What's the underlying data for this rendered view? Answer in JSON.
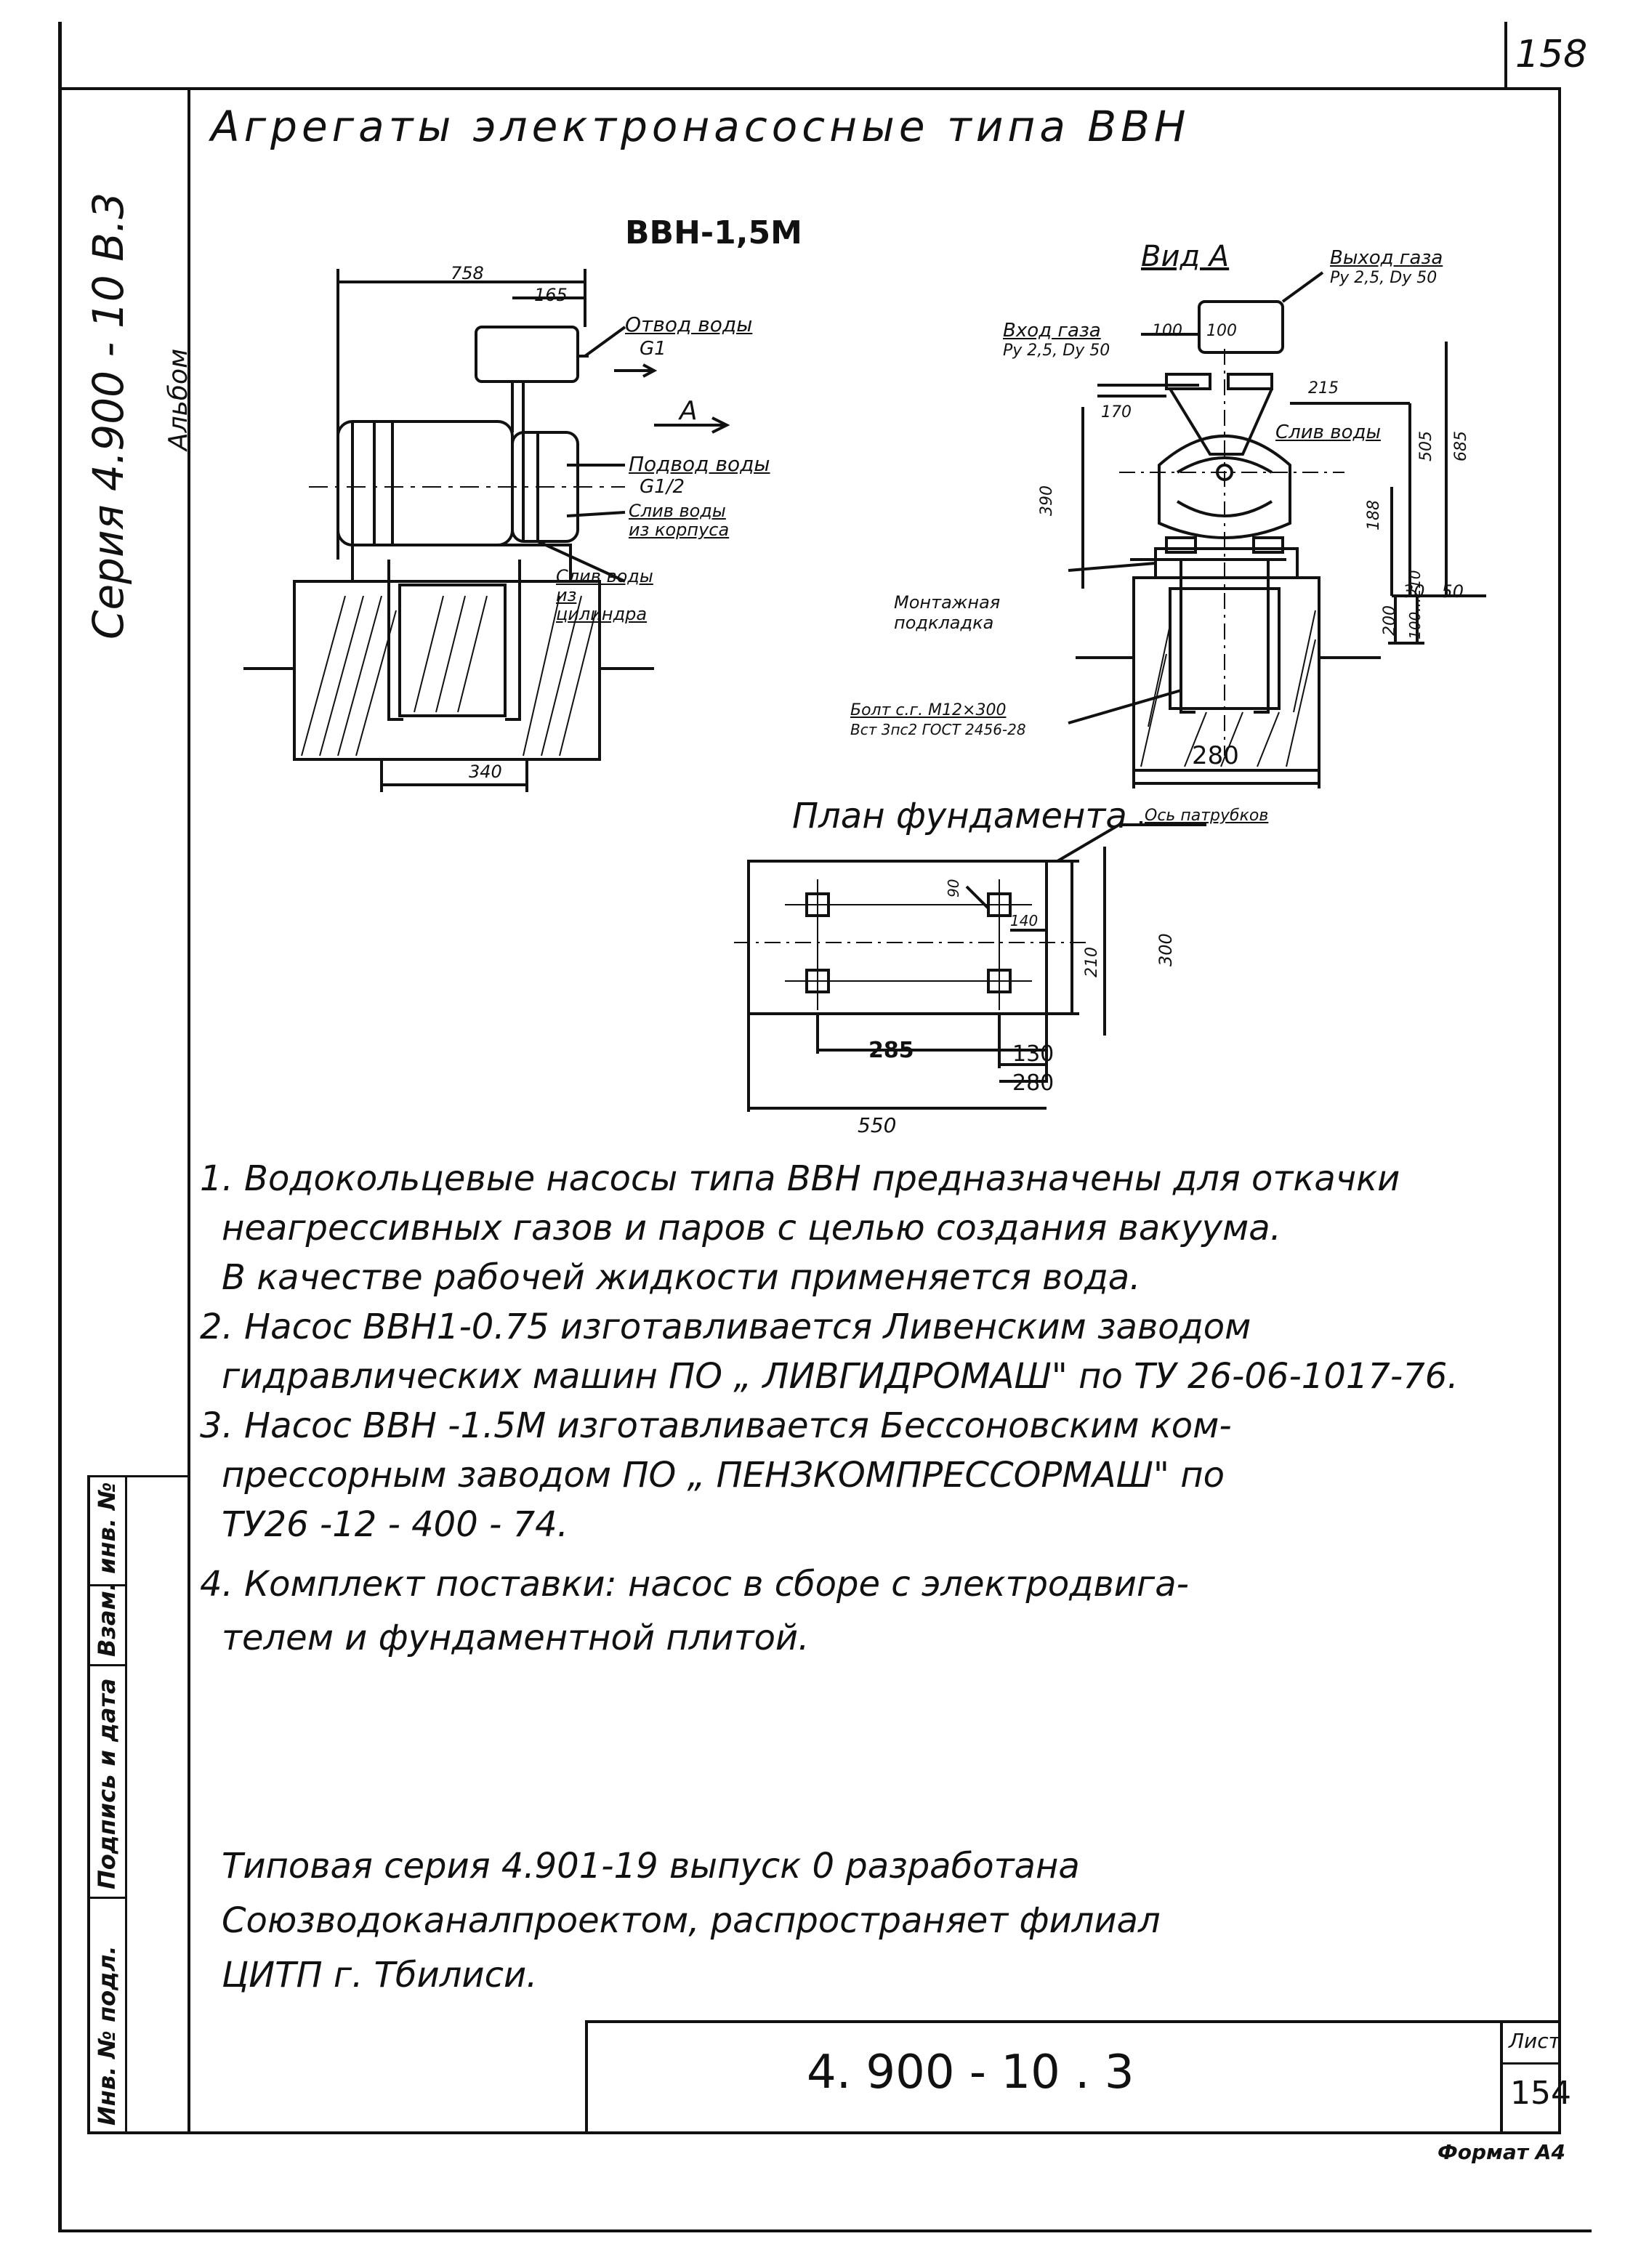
{
  "sheet": {
    "corner_number": "158",
    "title": "Агрегаты электронасосные типа ВВН",
    "series_label": "Серия 4.900 - 10 В.3",
    "album_label": "Альбом"
  },
  "left_view": {
    "title": "ВВН-1,5М",
    "labels": {
      "width_top": "758",
      "width_small": "165",
      "water_outlet": "Отвод воды",
      "water_outlet_size": "G1",
      "arrow_a": "А",
      "water_supply": "Подвод воды",
      "water_supply_size": "G1/2",
      "drain_body": "Слив воды из корпуса",
      "drain_cylinder": "Слив воды из цилиндра",
      "bottom_width": "340"
    }
  },
  "right_view": {
    "title": "Вид А",
    "labels": {
      "gas_outlet": "Выход газа",
      "gas_outlet_spec": "Ру 2,5, Dу 50",
      "gas_inlet": "Вход газа",
      "gas_inlet_spec": "Ру 2,5, Dу 50",
      "dim_100a": "100",
      "dim_100b": "100",
      "dim_215": "215",
      "dim_170": "170",
      "water_drain": "Слив воды",
      "dim_390": "390",
      "dim_505": "505",
      "dim_685": "685",
      "dim_188": "188",
      "mount_pad": "Монтажная подкладка",
      "dim_30_50": "30...50",
      "dim_200": "200",
      "dim_100_210": "100...210",
      "bolts": "Болт с.г. М12×300",
      "bolts_spec": "Вст 3пс2 ГОСТ 2456-28",
      "dim_280": "280"
    }
  },
  "plan": {
    "title": "План фундамента",
    "leader_label": "Ось патрубков",
    "dim_285": "285",
    "dim_130": "130",
    "dim_280": "280",
    "dim_550": "550",
    "dim_300": "300",
    "dim_210": "210",
    "dim_140": "140",
    "dim_90": "90"
  },
  "notes": [
    "1. Водокольцевые  насосы  типа  ВВН  предназначены  для  откачки",
    "неагрессивных  газов  и  паров  с целью  создания  вакуума.",
    "В качестве  рабочей  жидкости  применяется  вода.",
    "2. Насос  ВВН1-0.75  изготавливается  Ливенским  заводом",
    "гидравлических  машин  ПО „ ЛИВГИДРОМАШ\" по ТУ 26-06-1017-76.",
    "3. Насос  ВВН -1.5М  изготавливается  Бессоновским  ком-",
    "прессорным  заводом  ПО „ ПЕНЗКОМПРЕССОРМАШ\"  по",
    "ТУ26 -12 - 400 - 74.",
    "4. Комплект  поставки:  насос  в  сборе  с  электродвига-",
    "телем  и фундаментной  плитой."
  ],
  "footer": {
    "line1": "Типовая   серия  4.901-19  выпуск  0  разработана",
    "line2": "Союзводоканалпроектом,  распространяет   филиал",
    "line3": "ЦИТП   г. Тбилиси."
  },
  "stamp": {
    "doc_number": "4. 900  -  10 . 3",
    "sheet_label": "Лист",
    "sheet_number": "154",
    "format": "Формат А4"
  },
  "side_columns": [
    "Инв. № подл.",
    "Подпись и дата",
    "Взам. инв. №"
  ]
}
